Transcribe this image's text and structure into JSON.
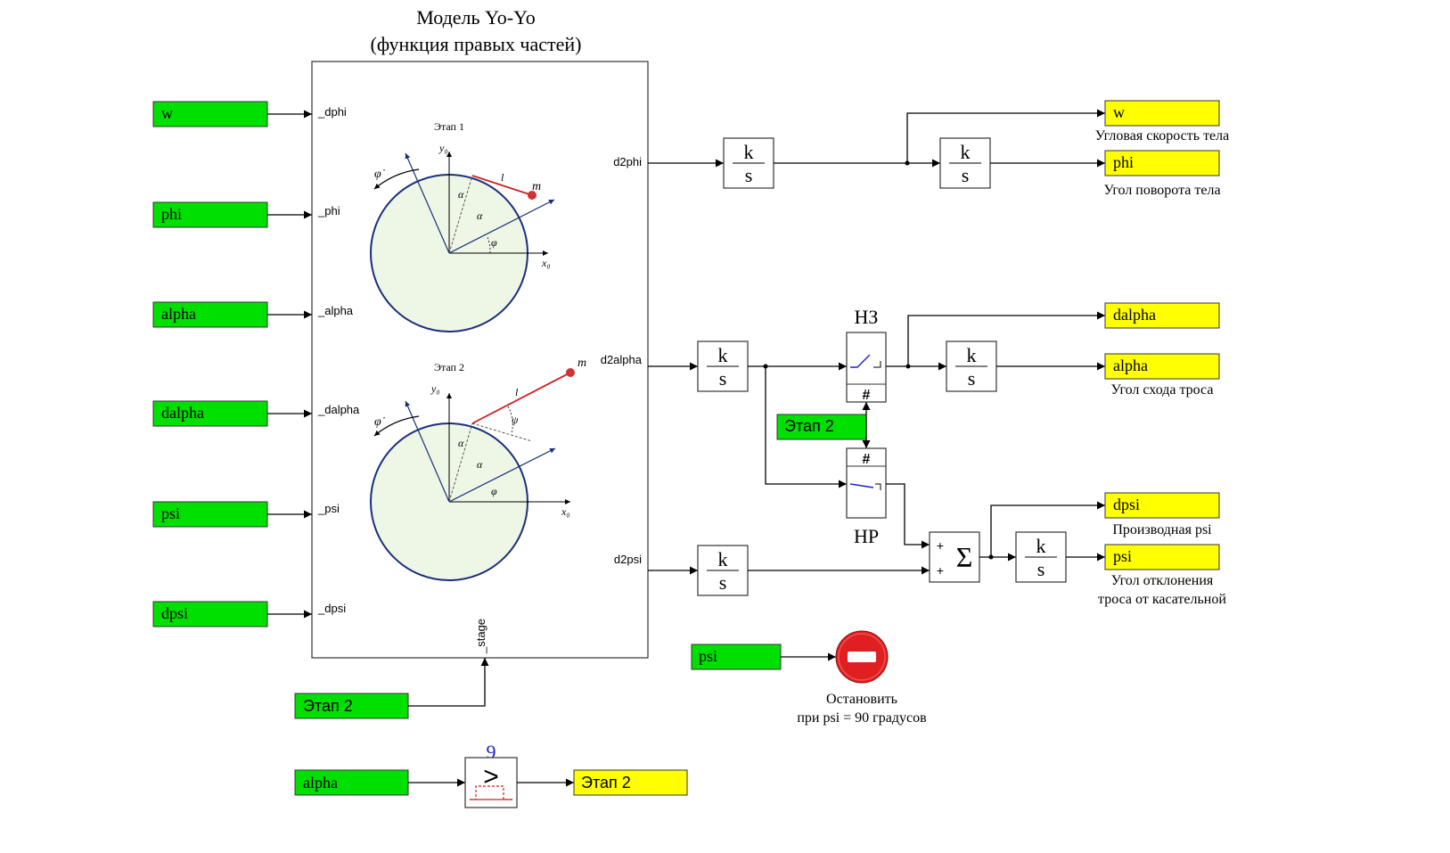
{
  "model": {
    "title_line1": "Модель Yo-Yo",
    "title_line2": "(функция правых частей)",
    "inputs": [
      "_dphi",
      "_phi",
      "_alpha",
      "_dalpha",
      "_psi",
      "_dpsi"
    ],
    "stage_input": "_stage",
    "outputs": [
      "d2phi",
      "d2alpha",
      "d2psi"
    ]
  },
  "figure": {
    "stage1_title": "Этап 1",
    "stage2_title": "Этап 2",
    "y0": "y₀",
    "x0": "x₀",
    "m": "m",
    "l": "l",
    "alpha": "α",
    "phi": "φ",
    "psi": "ψ",
    "phi_dot": "φ̇"
  },
  "sources": [
    "w",
    "phi",
    "alpha",
    "dalpha",
    "psi",
    "dpsi"
  ],
  "stage_const": "Этап 2",
  "stop_source": "psi",
  "bottom_source": "alpha",
  "bottom_sink": "Этап 2",
  "compare_value": "9",
  "compare_symbol": ">",
  "integrator": {
    "num": "k",
    "den": "s"
  },
  "switch": {
    "nc": "НЗ",
    "no": "НР",
    "hash": "#",
    "stage": "Этап 2"
  },
  "sum": {
    "symbol": "Σ",
    "plus": "+"
  },
  "sinks": {
    "w": "w",
    "w_cap": "Угловая скорость тела",
    "phi": "phi",
    "phi_cap": "Угол поворота тела",
    "dalpha": "dalpha",
    "alpha": "alpha",
    "alpha_cap": "Угол схода троса",
    "dpsi": "dpsi",
    "dpsi_cap": "Производная psi",
    "psi": "psi",
    "psi_cap1": "Угол отклонения",
    "psi_cap2": "троса от касательной"
  },
  "stop": {
    "line1": "Остановить",
    "line2": "при psi = 90 градусов"
  },
  "colors": {
    "source": "#00e000",
    "sink": "#ffff00",
    "stop": "#e02020",
    "disk": "#eef7e6",
    "ring": "#1a2f7a",
    "rope": "#cc2222",
    "accent": "#1f1fd0"
  }
}
